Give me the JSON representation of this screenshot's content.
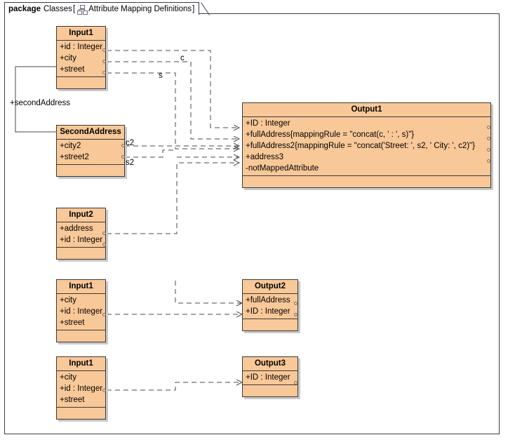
{
  "frame": {
    "keyword": "package",
    "name": "Classes",
    "bracket_open": "[",
    "bracket_close": "]",
    "diagram_name": "Attribute Mapping Definitions",
    "icon": "hierarchy-icon"
  },
  "colors": {
    "class_fill": "#f9c898",
    "class_border": "#3a3a3a",
    "frame_border": "#3b3f4a",
    "shadow": "#c9c9c9",
    "link": "#4a4a4a",
    "port_border": "#8a7060",
    "text": "#000000"
  },
  "classes": [
    {
      "id": "input1-a",
      "name": "Input1",
      "attributes": [
        "+id : Integer",
        "+city",
        "+street"
      ],
      "operations": []
    },
    {
      "id": "second-address",
      "name": "SecondAddress",
      "attributes": [
        "+city2",
        "+street2"
      ],
      "operations": []
    },
    {
      "id": "output1",
      "name": "Output1",
      "attributes": [
        "+ID : Integer",
        "+fullAddress{mappingRule = \"concat(c, ' : ', s)\"}",
        "+fullAddress2{mappingRule = \"concat('Street: ', s2, ' City: ', c2)\"}",
        "+address3",
        "-notMappedAttribute"
      ],
      "operations": []
    },
    {
      "id": "input2",
      "name": "Input2",
      "attributes": [
        "+address",
        "+id : Integer"
      ],
      "operations": []
    },
    {
      "id": "input1-b",
      "name": "Input1",
      "attributes": [
        "+city",
        "+id : Integer",
        "+street"
      ],
      "operations": []
    },
    {
      "id": "output2",
      "name": "Output2",
      "attributes": [
        "+fullAddress",
        "+ID : Integer"
      ],
      "operations": []
    },
    {
      "id": "input1-c",
      "name": "Input1",
      "attributes": [
        "+city",
        "+id : Integer",
        "+street"
      ],
      "operations": []
    },
    {
      "id": "output3",
      "name": "Output3",
      "attributes": [
        "+ID : Integer"
      ],
      "operations": []
    }
  ],
  "link_labels": {
    "second_address_role": "+secondAddress",
    "c": "c",
    "s": "s",
    "c2": "c2",
    "s2": "s2"
  }
}
